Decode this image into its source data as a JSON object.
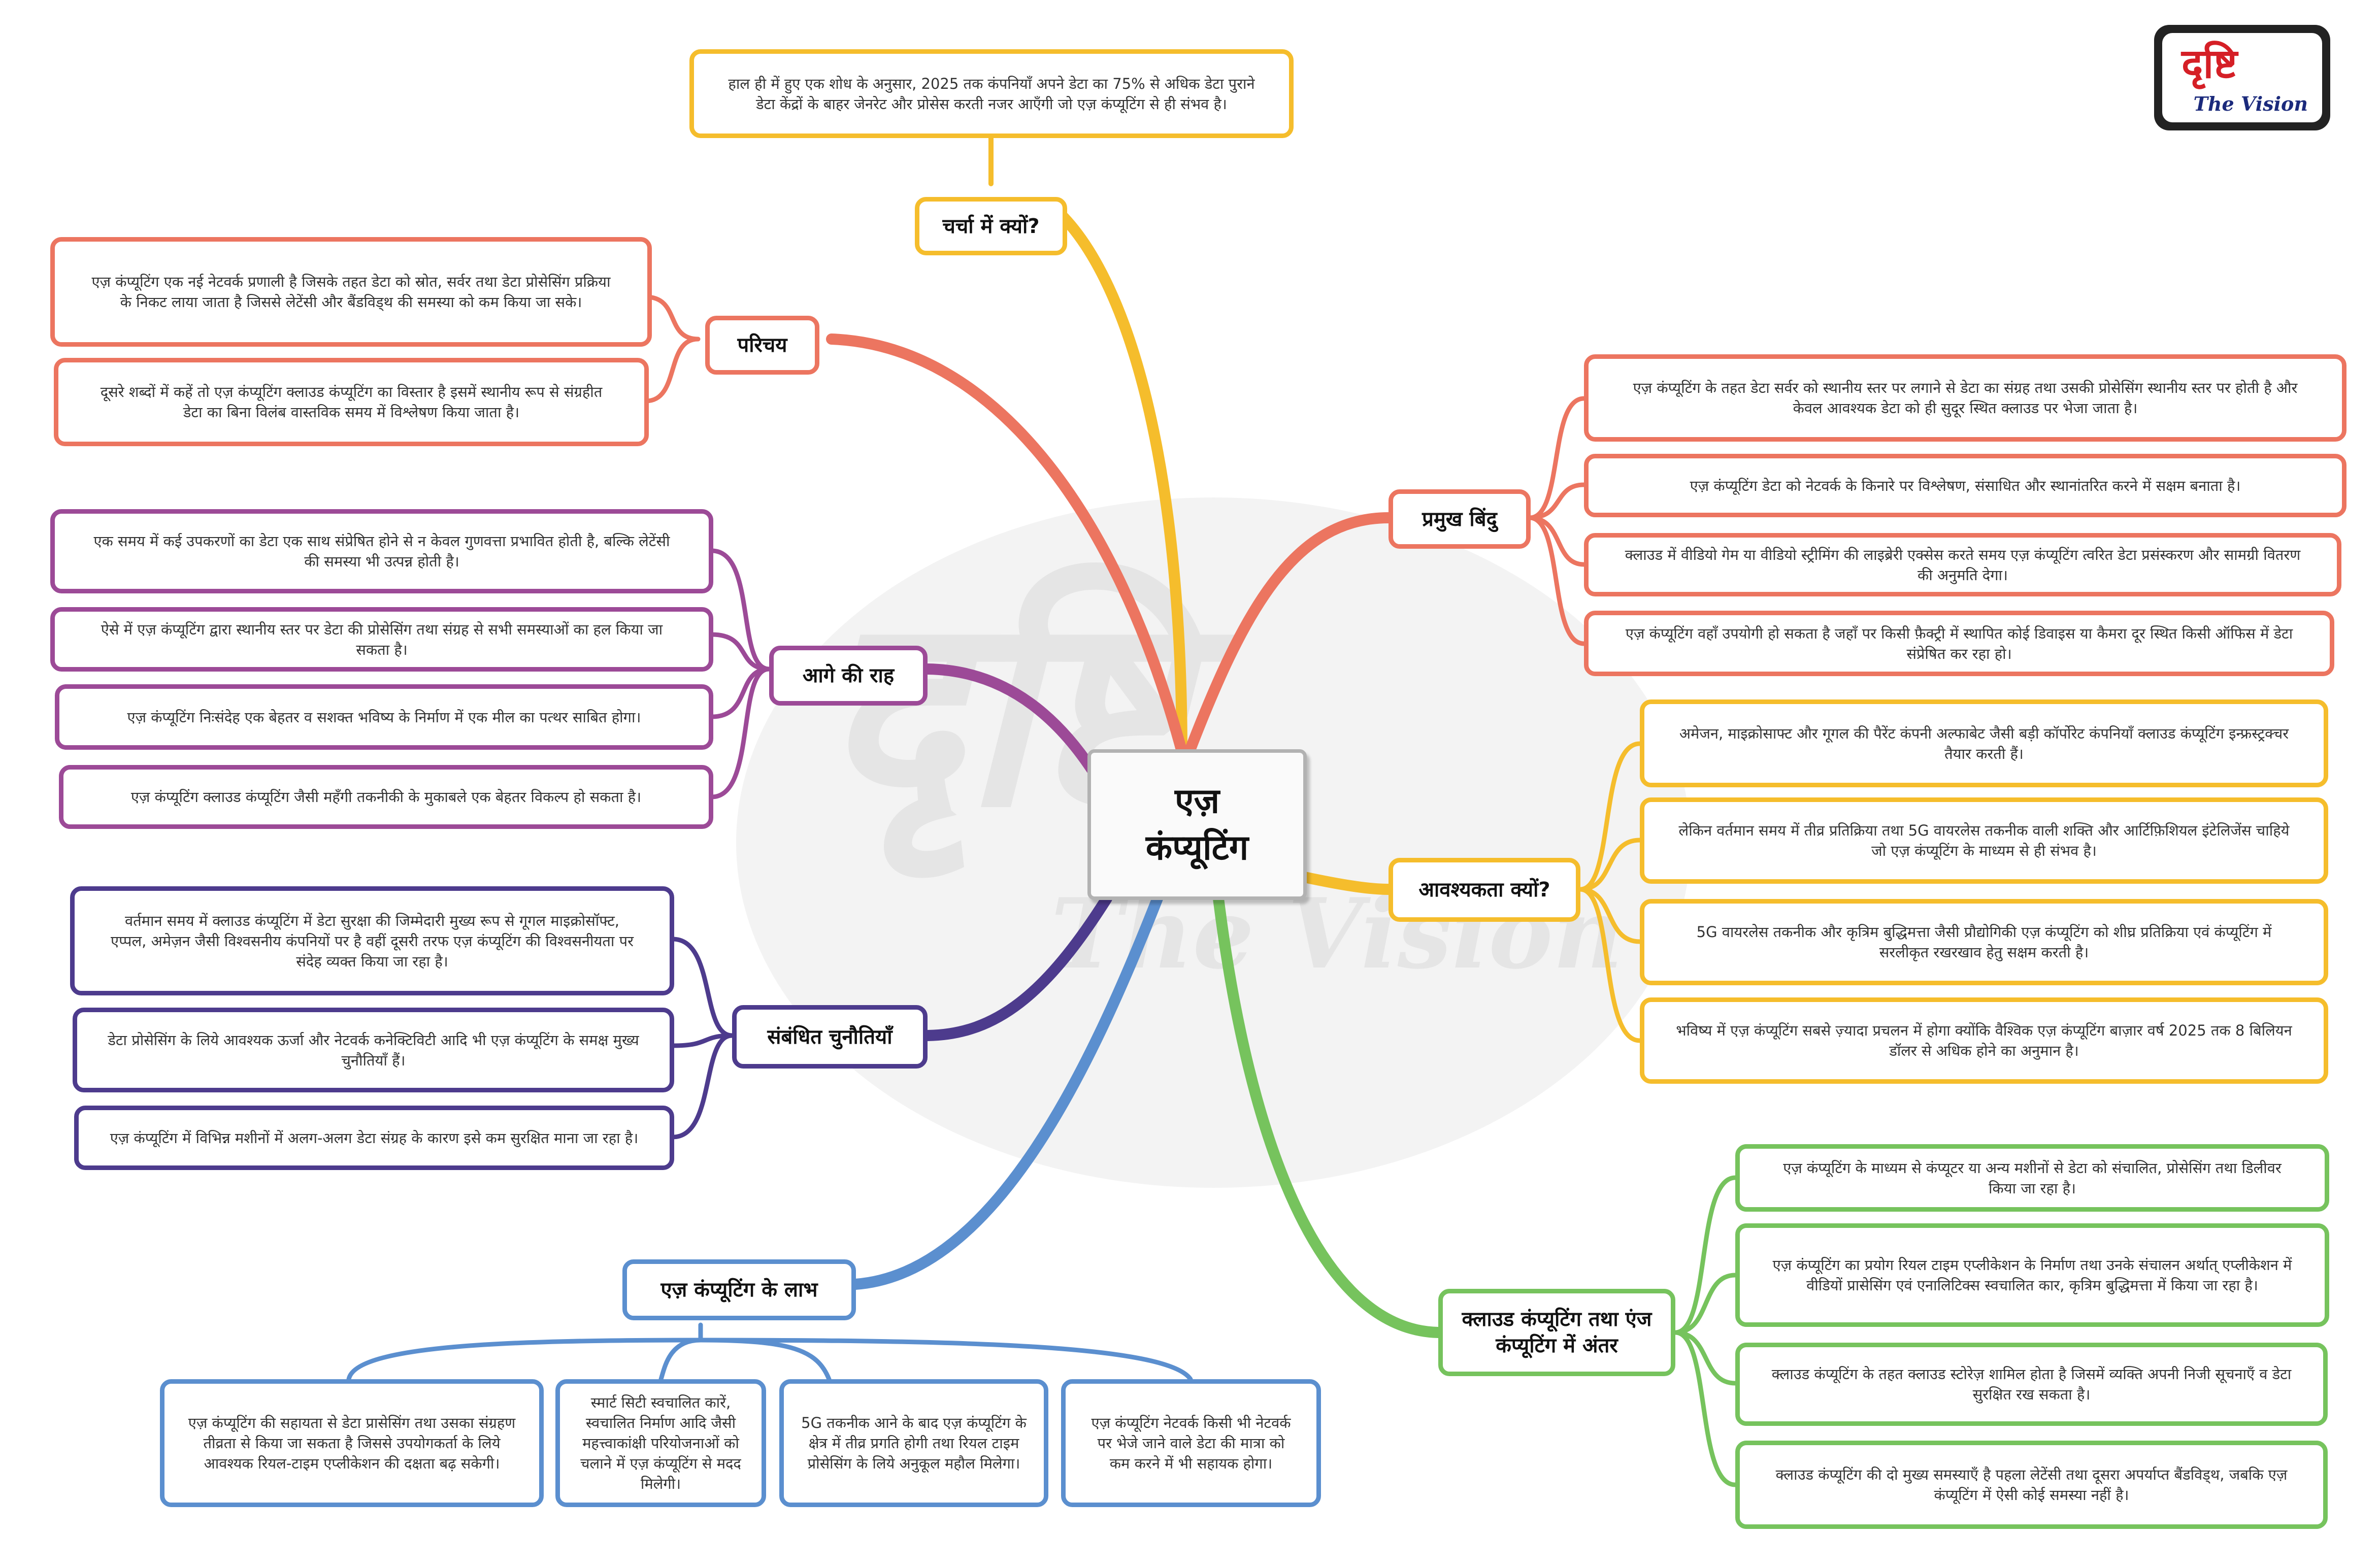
{
  "central": {
    "line1": "एज़",
    "line2": "कंप्यूटिंग"
  },
  "logo": {
    "devanagari": "दृष्टि",
    "english": "The Vision"
  },
  "watermark": {
    "devanagari": "दृष्टि",
    "english": "The Vision"
  },
  "branches": {
    "charcha": {
      "title": "चर्चा में क्यों?",
      "notes": [
        "हाल ही में हुए एक शोध के अनुसार, 2025 तक कंपनियाँ अपने डेटा का 75% से अधिक डेटा पुराने डेटा केंद्रों के बाहर जेनरेट और प्रोसेस करती नजर आएँगी जो एज़ कंप्यूटिंग से ही संभव है।"
      ]
    },
    "parichay": {
      "title": "परिचय",
      "notes": [
        "एज़ कंप्यूटिंग एक नई नेटवर्क प्रणाली है जिसके तहत डेटा को स्रोत, सर्वर तथा डेटा प्रोसेसिंग प्रक्रिया के निकट लाया जाता है जिससे लेटेंसी और बैंडविड्थ की समस्या को कम किया जा सके।",
        "दूसरे शब्दों में कहें तो एज़ कंप्यूटिंग क्लाउड कंप्यूटिंग का विस्तार है इसमें स्थानीय रूप से संग्रहीत डेटा का बिना विलंब वास्तविक समय में विश्लेषण किया जाता है।"
      ]
    },
    "aage": {
      "title": "आगे की राह",
      "notes": [
        "एक समय में कई उपकरणों का डेटा एक साथ संप्रेषित होने से न केवल गुणवत्ता प्रभावित होती है, बल्कि लेटेंसी की समस्या भी उत्पन्न होती है।",
        "ऐसे में एज़ कंप्यूटिंग द्वारा स्थानीय स्तर पर डेटा की प्रोसेसिंग तथा संग्रह से सभी समस्याओं का हल किया जा सकता है।",
        "एज़ कंप्यूटिंग निःसंदेह एक बेहतर व सशक्त भविष्य के निर्माण में एक मील का पत्थर साबित होगा।",
        "एज़ कंप्यूटिंग क्लाउड कंप्यूटिंग जैसी महँगी तकनीकी के मुकाबले एक बेहतर विकल्प हो सकता है।"
      ]
    },
    "chunautiyan": {
      "title": "संबंधित चुनौतियाँ",
      "notes": [
        "वर्तमान समय में क्लाउड कंप्यूटिंग में डेटा सुरक्षा की जिम्मेदारी मुख्य रूप से गूगल माइक्रोसॉफ्ट, एप्पल, अमेज़न जैसी विश्वसनीय कंपनियों पर है वहीं दूसरी तरफ एज़ कंप्यूटिंग की विश्वसनीयता पर संदेह व्यक्त किया जा रहा है।",
        "डेटा प्रोसेसिंग के लिये आवश्यक ऊर्जा और नेटवर्क कनेक्टिविटी आदि भी एज़ कंप्यूटिंग के समक्ष मुख्य चुनौतियाँ हैं।",
        "एज़ कंप्यूटिंग में विभिन्न मशीनों में अलग-अलग डेटा संग्रह के कारण इसे कम सुरक्षित माना जा रहा है।"
      ]
    },
    "labh": {
      "title": "एज़ कंप्यूटिंग के लाभ",
      "notes": [
        "एज़ कंप्यूटिंग की सहायता से डेटा प्रासेसिंग तथा उसका संग्रहण तीव्रता से किया जा सकता है जिससे उपयोगकर्ता के लिये आवश्यक रियल-टाइम एप्लीकेशन की दक्षता बढ़ सकेगी।",
        "स्मार्ट सिटी स्वचालित कारें, स्वचालित निर्माण आदि जैसी महत्त्वाकांक्षी परियोजनाओं को चलाने में एज़ कंप्यूटिंग से मदद मिलेगी।",
        "5G तकनीक आने के बाद एज़ कंप्यूटिंग के क्षेत्र में तीव्र प्रगति होगी तथा रियल टाइम प्रोसेसिंग के लिये अनुकूल महौल मिलेगा।",
        "एज़ कंप्यूटिंग नेटवर्क किसी भी नेटवर्क पर भेजे जाने वाले डेटा की मात्रा को कम करने में भी सहायक होगा।"
      ]
    },
    "bindu": {
      "title": "प्रमुख बिंदु",
      "notes": [
        "एज़ कंप्यूटिंग के तहत डेटा सर्वर को स्थानीय स्तर पर लगाने से डेटा का संग्रह तथा उसकी प्रोसेसिंग स्थानीय स्तर पर होती है और केवल आवश्यक डेटा को ही सुदूर स्थित क्लाउड पर भेजा जाता है।",
        "एज़ कंप्यूटिंग डेटा को नेटवर्क के किनारे पर विश्लेषण, संसाधित और स्थानांतरित करने में सक्षम बनाता है।",
        "क्लाउड में वीडियो गेम या वीडियो स्ट्रीमिंग की लाइब्रेरी एक्सेस करते समय एज़ कंप्यूटिंग त्वरित डेटा प्रसंस्करण और सामग्री वितरण की अनुमति देगा।",
        "एज़ कंप्यूटिंग वहाँ उपयोगी हो सकता है जहाँ पर किसी फ़ैक्ट्री में स्थापित कोई डिवाइस या कैमरा दूर स्थित किसी ऑफिस में डेटा संप्रेषित कर रहा हो।"
      ]
    },
    "avashyakta": {
      "title": "आवश्यकता क्यों?",
      "notes": [
        "अमेजन, माइक्रोसाफ्ट और गूगल की पैरेंट कंपनी अल्फाबेट जैसी बड़ी कॉर्पोरेट कंपनियाँ क्लाउड कंप्यूटिंग इन्फ्रस्ट्रक्चर तैयार करती हैं।",
        "लेकिन वर्तमान समय में तीव्र प्रतिक्रिया तथा 5G वायरलेस तकनीक वाली शक्ति और आर्टिफ़िशियल इंटेलिजेंस चाहिये जो एज़ कंप्यूटिंग के माध्यम से ही संभव है।",
        "5G वायरलेस तकनीक और कृत्रिम बुद्धिमत्ता जैसी प्रौद्योगिकी एज़ कंप्यूटिंग को शीघ्र प्रतिक्रिया एवं कंप्यूटिंग में सरलीकृत रखरखाव हेतु सक्षम करती है।",
        "भविष्य में एज़ कंप्यूटिंग सबसे ज़्यादा प्रचलन में होगा क्योंकि वैश्विक एज़ कंप्यूटिंग बाज़ार वर्ष 2025 तक 8 बिलियन डॉलर से अधिक होने का अनुमान है।"
      ]
    },
    "antar": {
      "title": "क्लाउड कंप्यूटिंग तथा एंज कंप्यूटिंग में अंतर",
      "notes": [
        "एज़ कंप्यूटिंग के माध्यम से कंप्यूटर या अन्य मशीनों से डेटा को संचालित, प्रोसेसिंग तथा डिलीवर किया जा रहा है।",
        "एज़ कंप्यूटिंग का प्रयोग रियल टाइम एप्लीकेशन के निर्माण तथा उनके संचालन अर्थात् एप्लीकेशन में वीडियों प्रासेसिंग एवं एनालिटिक्स स्वचालित कार, कृत्रिम बुद्धिमत्ता में किया जा रहा है।",
        "क्लाउड कंप्यूटिंग के तहत क्लाउड स्टोरेज़ शामिल होता है जिसमें व्यक्ति अपनी निजी सूचनाएँ व डेटा सुरक्षित रख सकता है।",
        "क्लाउड कंप्यूटिंग की दो मुख्य समस्याएँ है पहला लेटेंसी तथा दूसरा अपर्याप्त बैंडविड्थ, जबकि एज़ कंप्यूटिंग में ऐसी कोई समस्या नहीं है।"
      ]
    }
  },
  "colors": {
    "red": "#ec7560",
    "gold": "#f5bd2c",
    "purple": "#9c4a97",
    "indigo": "#4d3b8d",
    "blue": "#5b8fcf",
    "green": "#76c35d"
  }
}
